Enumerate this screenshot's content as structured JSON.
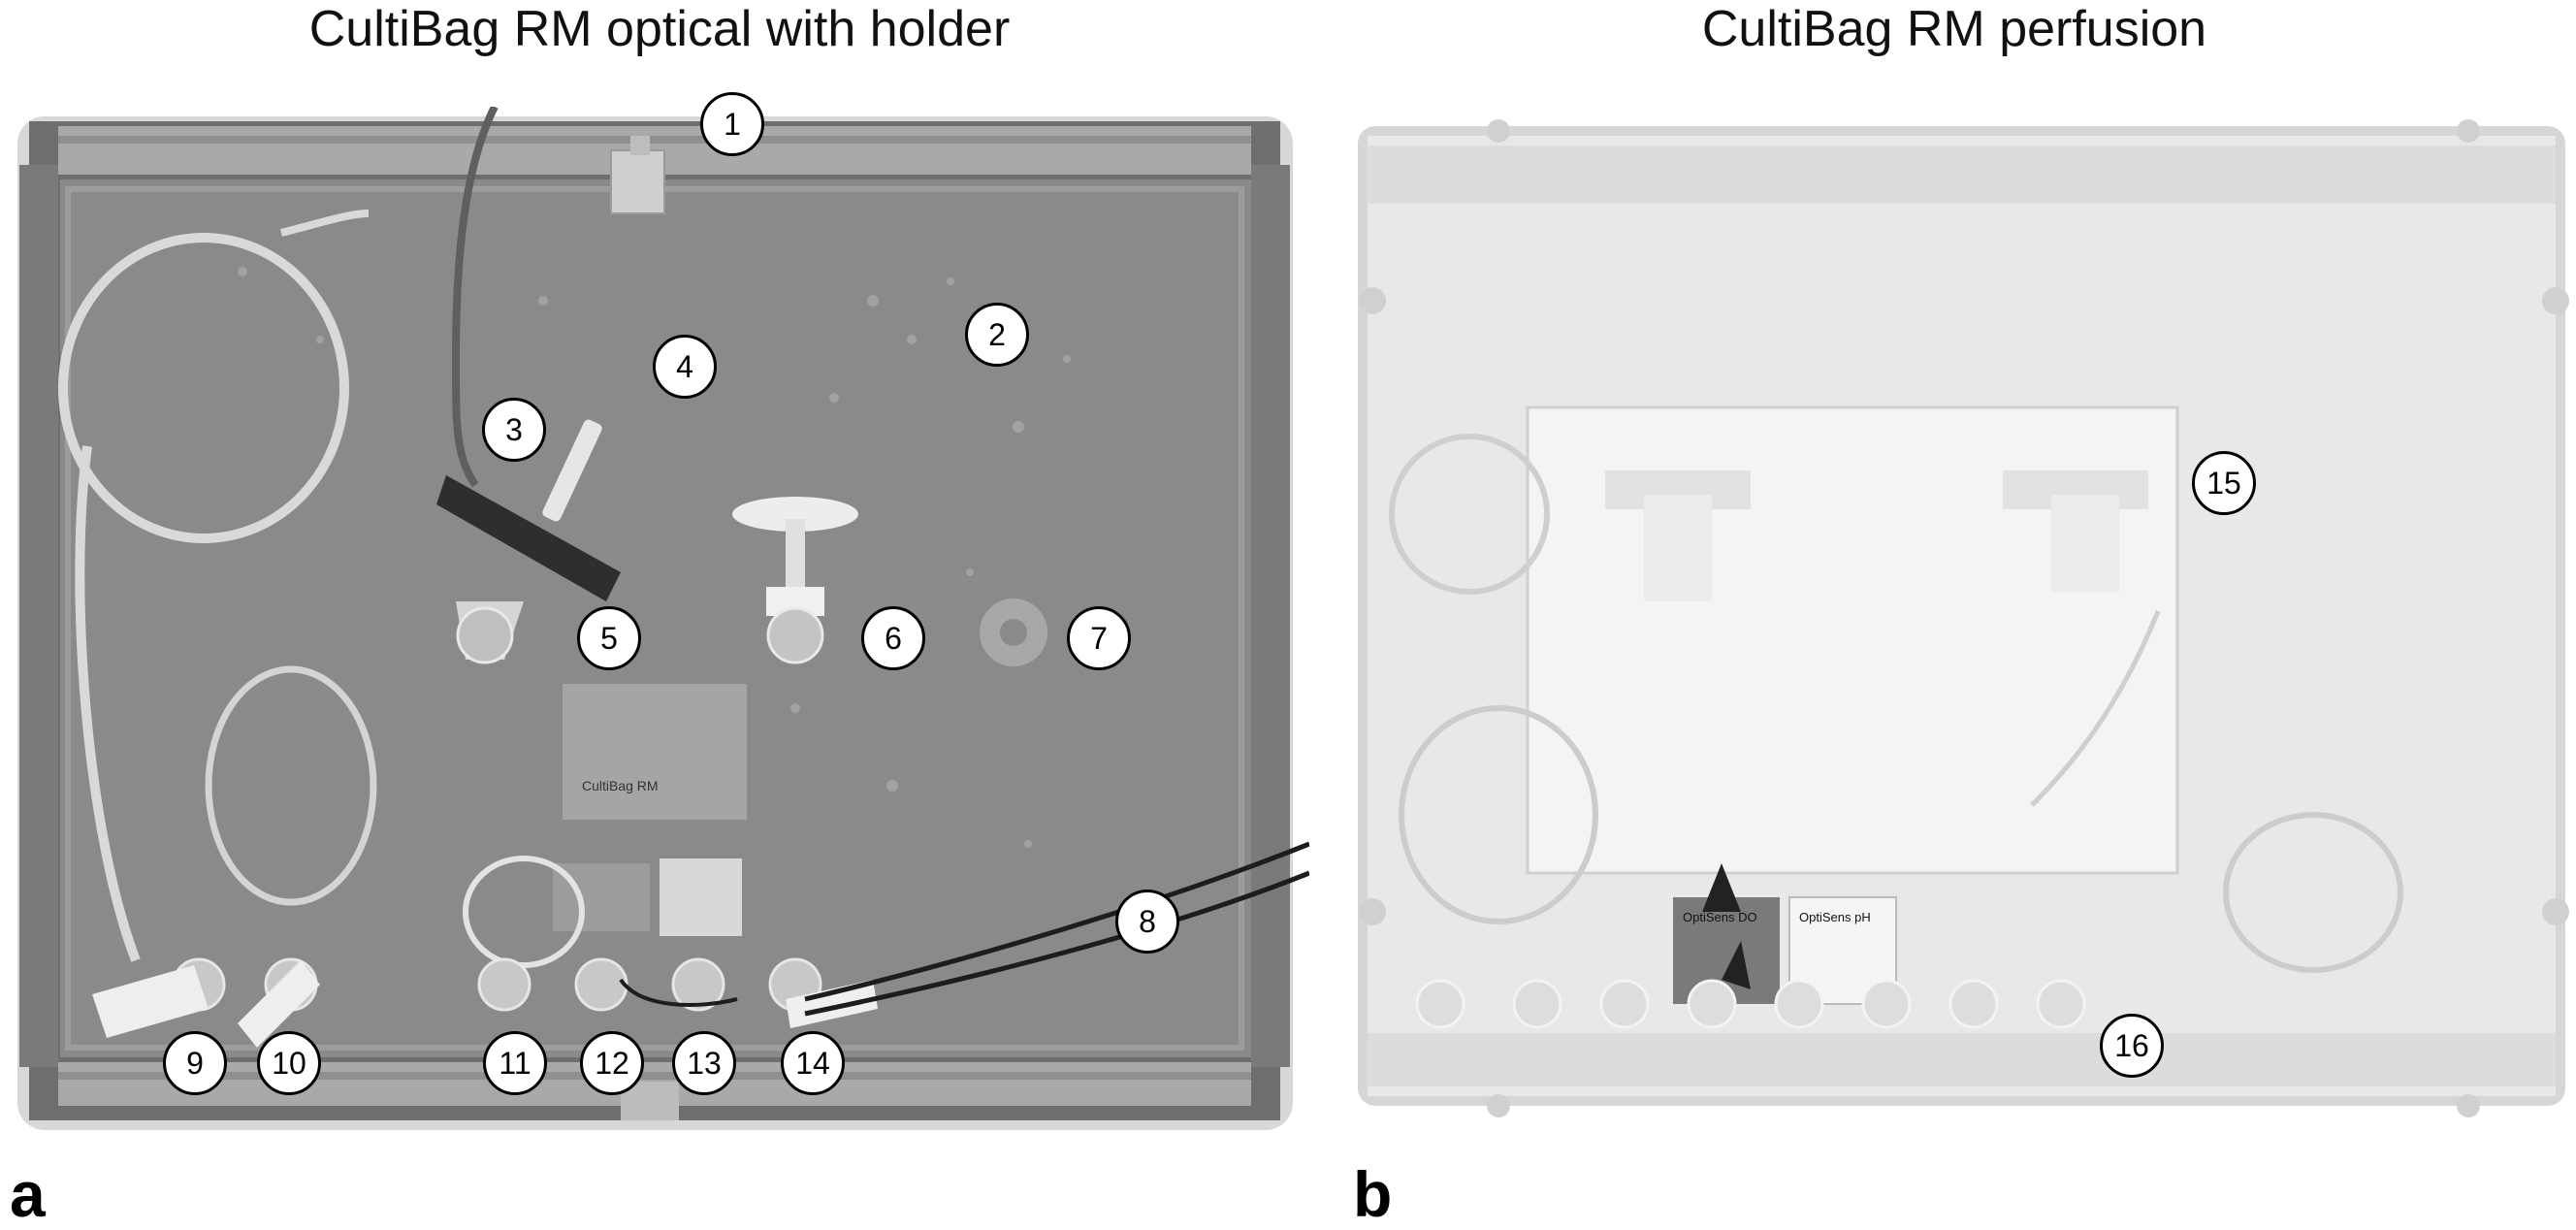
{
  "panels": [
    {
      "letter": "a",
      "title": "CultiBag RM optical with holder",
      "callouts": [
        "1",
        "2",
        "3",
        "4",
        "5",
        "6",
        "7",
        "8",
        "9",
        "10",
        "11",
        "12",
        "13",
        "14"
      ],
      "label_sheet_text": "CultiBag RM"
    },
    {
      "letter": "b",
      "title": "CultiBag RM perfusion",
      "callouts": [
        "15",
        "16"
      ],
      "sensor_labels": [
        "OptiSens DO",
        "OptiSens pH"
      ]
    }
  ],
  "colors": {
    "frame_gray": "#6e6e6e",
    "bag_gray": "#8a8a8a",
    "bag_light": "#e8e8e8",
    "callout_fill": "#ffffff",
    "callout_border": "#000000"
  }
}
